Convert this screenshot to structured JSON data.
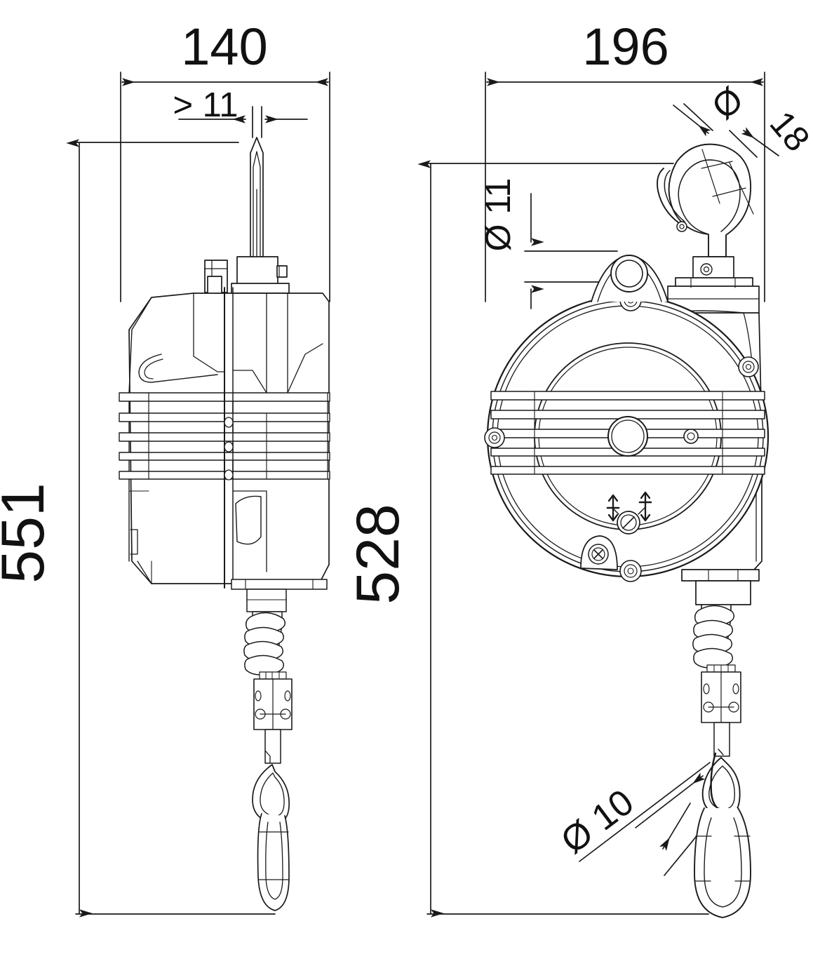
{
  "drawing": {
    "type": "engineering-drawing",
    "subject": "spring balancer / retractable tool balancer",
    "views": [
      {
        "name": "side-view",
        "position": "left"
      },
      {
        "name": "front-view",
        "position": "right"
      }
    ],
    "line_color": "#1a1a1a",
    "background_color": "#ffffff"
  },
  "dimensions": {
    "side_view": {
      "width": "140",
      "height": "551",
      "cable_offset": "> 11"
    },
    "front_view": {
      "width": "196",
      "height": "528",
      "suspension_hole_diameter": "Ø 11",
      "top_hook_diameter": "Ø 18",
      "bottom_hook_diameter": "Ø 10"
    }
  },
  "labels": {
    "w140": "140",
    "gt11": "> 11",
    "h551": "551",
    "w196": "196",
    "d11": "Ø 11",
    "d18": "18",
    "d18_symbol": "Ø",
    "h528": "528",
    "d10": "Ø 10"
  }
}
